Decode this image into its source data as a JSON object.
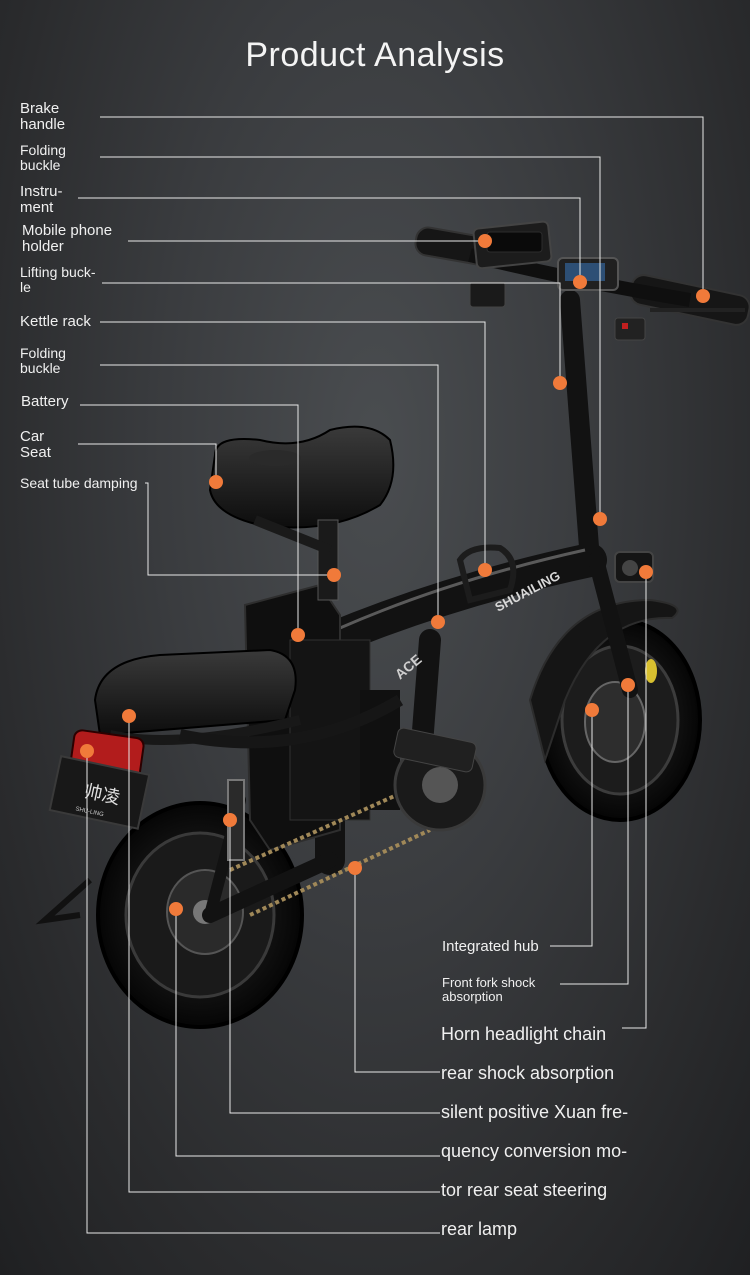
{
  "title": "Product Analysis",
  "colors": {
    "accent_dot": "#f07a3a",
    "line": "#e8e8e8",
    "bg": "#333538"
  },
  "labels_left": [
    {
      "id": "brake",
      "text": [
        "Brake",
        "handle"
      ]
    },
    {
      "id": "folding1",
      "text": [
        "Folding",
        "buckle"
      ]
    },
    {
      "id": "instrument",
      "text": [
        "Instru-",
        "ment"
      ]
    },
    {
      "id": "phone",
      "text": [
        "Mobile phone",
        "holder"
      ]
    },
    {
      "id": "lifting",
      "text": [
        "Lifting buck-",
        "le"
      ]
    },
    {
      "id": "kettle",
      "text": [
        "Kettle rack"
      ]
    },
    {
      "id": "folding2",
      "text": [
        "Folding",
        "buckle"
      ]
    },
    {
      "id": "battery",
      "text": [
        "Battery"
      ]
    },
    {
      "id": "seat",
      "text": [
        "Car",
        "Seat"
      ]
    },
    {
      "id": "seattube",
      "text": [
        "Seat tube damping"
      ]
    }
  ],
  "labels_right": [
    {
      "id": "hub",
      "text": [
        "Integrated hub"
      ]
    },
    {
      "id": "fork",
      "text": [
        "Front fork shock",
        "absorption"
      ]
    },
    {
      "id": "r1",
      "text": [
        "Horn headlight chain"
      ]
    },
    {
      "id": "r2",
      "text": [
        "rear shock absorption"
      ]
    },
    {
      "id": "r3",
      "text": [
        "silent positive Xuan fre-"
      ]
    },
    {
      "id": "r4",
      "text": [
        "quency conversion mo-"
      ]
    },
    {
      "id": "r5",
      "text": [
        "tor rear seat steering"
      ]
    },
    {
      "id": "r6",
      "text": [
        "rear lamp"
      ]
    }
  ],
  "bike_text": {
    "frame_brand": "SHUAILING",
    "frame_model": "ACE",
    "plate_cn": "帅凌",
    "plate_en": "SHU-LING"
  }
}
